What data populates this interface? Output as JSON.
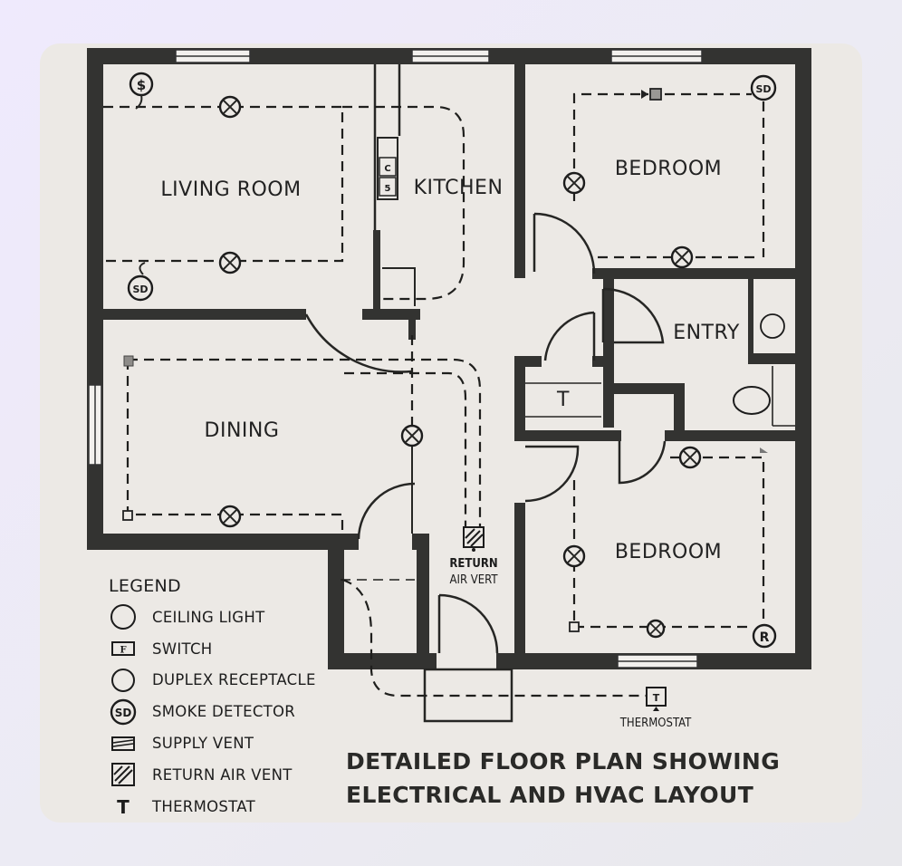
{
  "diagram": {
    "title_lines": [
      "DETAILED FLOOR PLAN SHOWING",
      "ELECTRICAL AND HVAC LAYOUT"
    ],
    "rooms": {
      "living_room": "LIVING ROOM",
      "kitchen": "KITCHEN",
      "bedroom_top": "BEDROOM",
      "entry": "ENTRY",
      "dining": "DINING",
      "bedroom_bottom": "BEDROOM"
    },
    "annotations": {
      "return_air_vent_line1": "RETURN",
      "return_air_vent_line2": "AIR VERT",
      "thermostat": "THERMOSTAT",
      "closet_thermostat_mark": "T"
    },
    "symbol_marks": {
      "switch_dollar": "$",
      "smoke_detector": "SD",
      "receptacle_r": "R",
      "counter_c": "C",
      "counter_s": "5",
      "thermostat_t": "T"
    },
    "legend": {
      "title": "LEGEND",
      "items": [
        {
          "icon": "ceiling-light-icon",
          "label": "CEILING LIGHT"
        },
        {
          "icon": "switch-icon",
          "label": "SWITCH",
          "mark": "F"
        },
        {
          "icon": "duplex-receptacle-icon",
          "label": "DUPLEX RECEPTACLE"
        },
        {
          "icon": "smoke-detector-icon",
          "label": "SMOKE DETECTOR",
          "mark": "SD"
        },
        {
          "icon": "supply-vent-icon",
          "label": "SUPPLY VENT"
        },
        {
          "icon": "return-air-vent-icon",
          "label": "RETURN AIR VENT"
        },
        {
          "icon": "thermostat-icon",
          "label": "THERMOSTAT",
          "mark": "T"
        }
      ]
    },
    "colors": {
      "background": "#efeafd",
      "sheet": "#ece9e5",
      "wall": "#333331",
      "ink": "#1c1c1c"
    }
  }
}
